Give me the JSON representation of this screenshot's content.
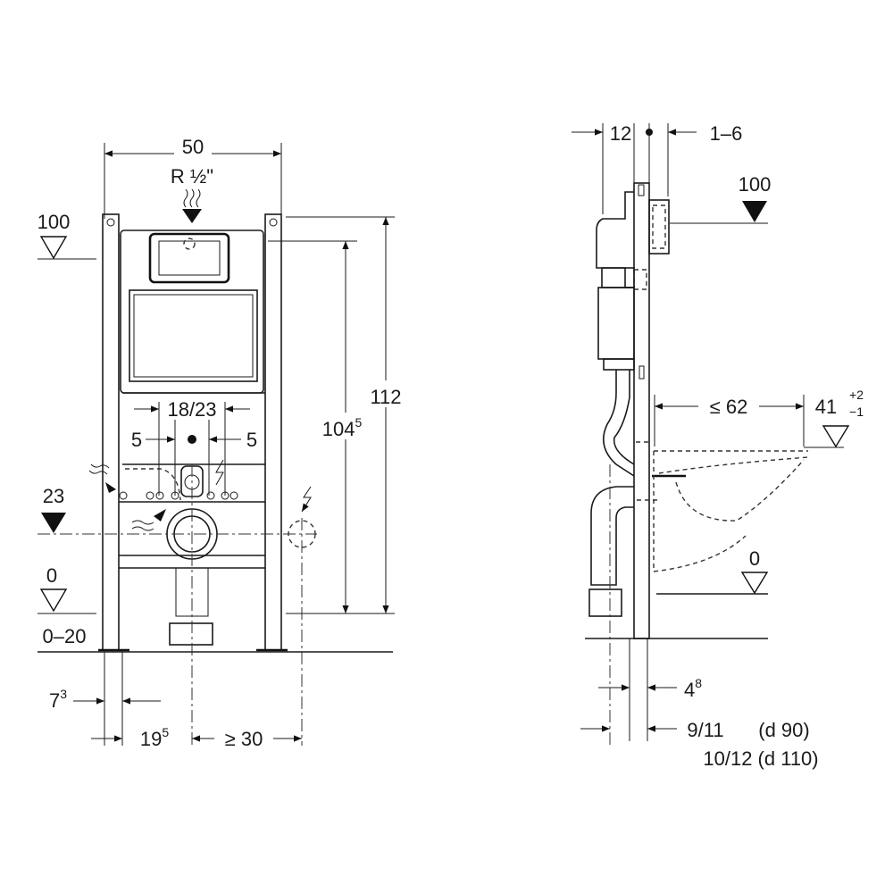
{
  "front_view": {
    "width_label": "50",
    "water_connection_label": "R ½\"",
    "level_100": "100",
    "level_23": "23",
    "level_0": "0",
    "floor_range": "0–20",
    "pipe_spacing": "18/23",
    "offset_left": "5",
    "offset_right": "5",
    "height_1045_main": "104",
    "height_1045_sup": "5",
    "height_112": "112",
    "dim_73_main": "7",
    "dim_73_sup": "3",
    "dim_195_main": "19",
    "dim_195_sup": "5",
    "dim_min30": "≥ 30"
  },
  "side_view": {
    "depth_12": "12",
    "depth_1_6": "1–6",
    "level_100": "100",
    "max_62": "≤ 62",
    "height_41": "41",
    "tol_plus": "+2",
    "tol_minus": "−1",
    "level_0": "0",
    "dim_48_main": "4",
    "dim_48_sup": "8",
    "dim_9_11": "9/11",
    "d90": "(d 90)",
    "dim_10_12_d110": "10/12 (d 110)"
  }
}
